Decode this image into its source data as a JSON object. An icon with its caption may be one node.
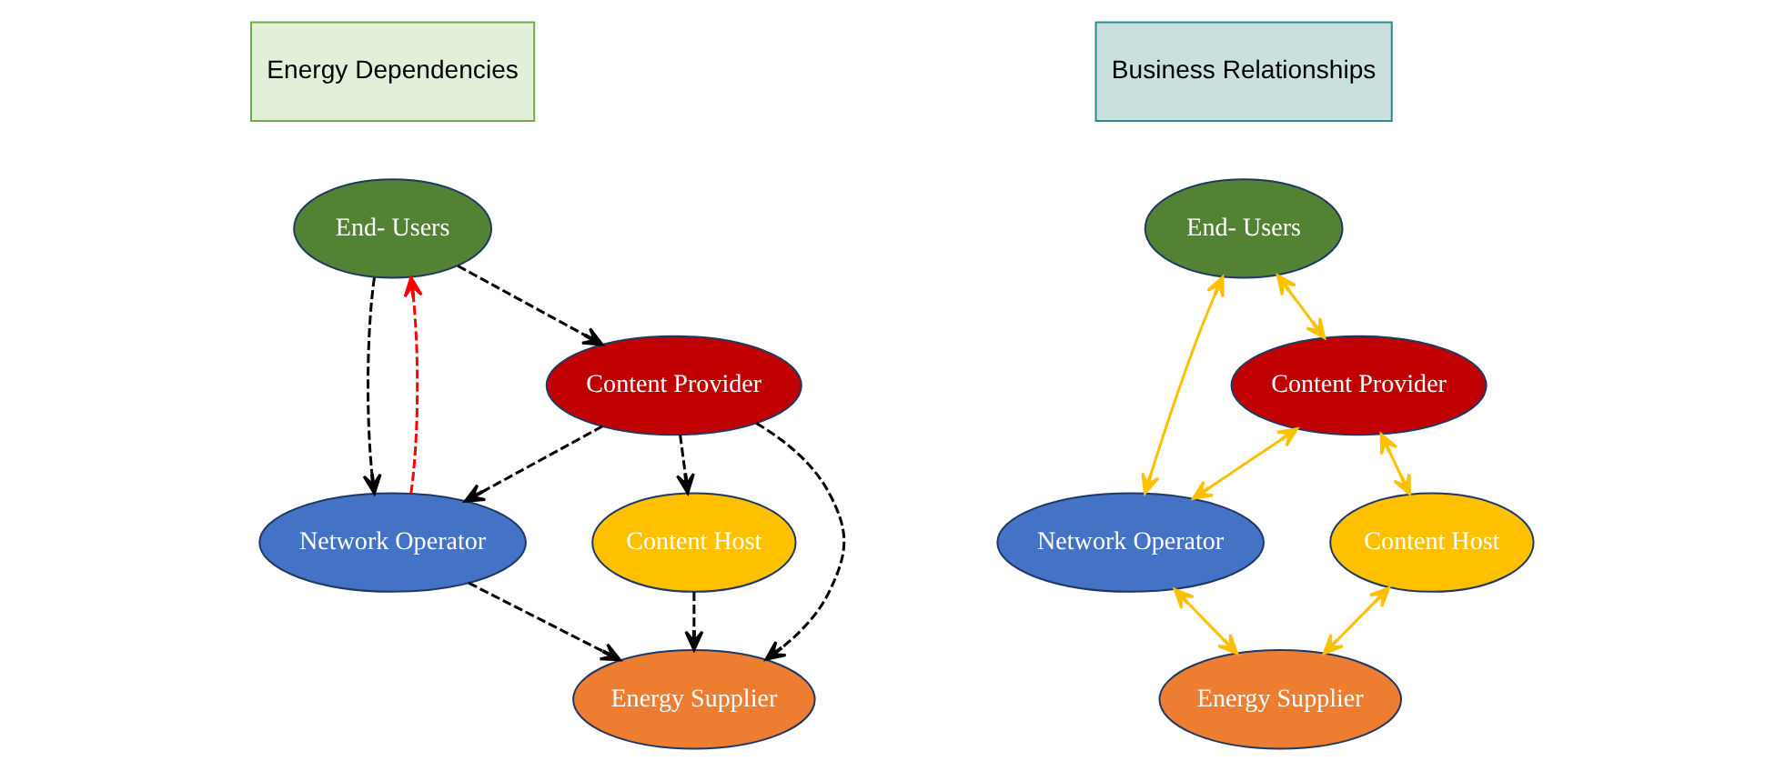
{
  "diagram": {
    "nodes": [
      {
        "text": [
          "Energy Dependencies"
        ]
      },
      {
        "text": [
          "End- Users"
        ]
      },
      {
        "text": [
          "Network Operator"
        ]
      },
      {
        "text": [
          "Content Host"
        ]
      },
      {
        "text": [
          "Content Provider"
        ]
      },
      {
        "text": [
          "Energy Supplier"
        ]
      },
      {
        "text": [
          "Business Relationships"
        ]
      },
      {
        "text": [
          "End- Users"
        ]
      },
      {
        "text": [
          "Content Provider"
        ]
      },
      {
        "text": [
          "Network Operator"
        ]
      },
      {
        "text": [
          "Content Host"
        ]
      },
      {
        "text": [
          "Energy Supplier"
        ]
      }
    ],
    "edges": [
      {
        "from": 2,
        "to": 1,
        "arrow": "to",
        "style": "dashed",
        "color": "#ff0000"
      },
      {
        "from": 1,
        "to": 2,
        "arrow": "to",
        "style": "dashed"
      },
      {
        "from": 1,
        "to": 4,
        "arrow": "to",
        "style": "dashed"
      },
      {
        "from": 2,
        "to": 5,
        "arrow": "to",
        "style": "dashed"
      },
      {
        "from": 3,
        "to": 5,
        "arrow": "to",
        "style": "dashed"
      },
      {
        "from": 4,
        "to": 5,
        "arrow": "to",
        "style": "dashed"
      },
      {
        "from": 4,
        "to": 2,
        "arrow": "to",
        "style": "dashed"
      },
      {
        "from": 4,
        "to": 3,
        "arrow": "to",
        "style": "dashed"
      },
      {
        "from": 7,
        "to": 8,
        "arrow": "both",
        "color": "#ffc000"
      },
      {
        "from": 7,
        "to": 9,
        "arrow": "both",
        "color": "#ffc000"
      },
      {
        "from": 8,
        "to": 9,
        "arrow": "both",
        "color": "#ffc000"
      },
      {
        "from": 8,
        "to": 10,
        "arrow": "both",
        "color": "#ffc000"
      },
      {
        "from": 9,
        "to": 11,
        "arrow": "both",
        "color": "#ffc000"
      },
      {
        "from": 10,
        "to": 11,
        "arrow": "both",
        "color": "#ffc000"
      }
    ]
  }
}
